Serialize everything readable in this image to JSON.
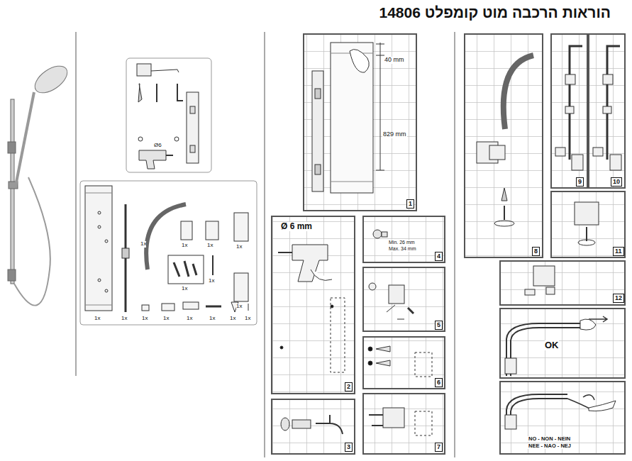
{
  "diagram": {
    "title": "הוראות הרכבה מוט קומפלט 14806",
    "labels": [
      "40 mm",
      "829 mm",
      "1",
      "Ø 6 mm",
      "2",
      "3",
      "Min. 26 mm",
      "Max. 34 mm",
      "4",
      "5",
      "6",
      "7",
      "8",
      "9",
      "10",
      "11",
      "12",
      "OK",
      "NO - NON - NEIN",
      "NEE - NAO - NEJ",
      "Ø6",
      "1x",
      "1x",
      "1x",
      "1x",
      "1x",
      "1x",
      "1x",
      "1x",
      "1x",
      "1x",
      "1x",
      "1x",
      "1x",
      "1x",
      "1x"
    ]
  }
}
